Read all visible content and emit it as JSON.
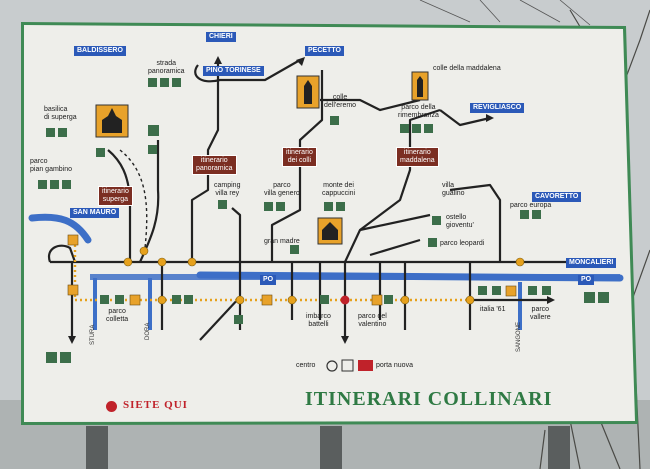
{
  "top_labels": {
    "baldissero": "BALDISSERO",
    "chieri": "CHIERI",
    "pecetto": "PECETTO",
    "pino": "PINO TORINESE",
    "revigliasco": "REVIGLIASCO",
    "san_mauro": "SAN MAURO",
    "moncalieri": "MONCALIERI",
    "cavoretto": "CAVORETTO",
    "po1": "PO",
    "po2": "PO"
  },
  "text_labels": {
    "strada_panoramica": "strada\npanoramica",
    "colle_eremo": "colle\ndell'eremo",
    "colle_maddalena": "colle della maddalena",
    "parco_rimembranza": "parco della\nrimembranza",
    "basilica": "basilica\ndi superga",
    "parco_gambino": "parco\npian gambino",
    "camping": "camping\nvilla rey",
    "parco_villa_genero": "parco\nvilla genero",
    "monte_cappuccini": "monte dei\ncappuccini",
    "villa_gualino": "villa\ngualino",
    "ostello": "ostello\ngioventu'",
    "parco_europa": "parco europa",
    "parco_leopardi": "parco leopardi",
    "gran_madre": "gran madre",
    "parco_colletta": "parco\ncolletta",
    "imbarco_battelli": "imbarco\nbattelli",
    "parco_valentino": "parco del\nvalentino",
    "italia61": "italia '61",
    "parco_vallere": "parco\nvallere",
    "centro": "centro",
    "porta_nuova": "porta nuova",
    "stura": "STURA",
    "dora": "DORA",
    "sangone": "SANGONE"
  },
  "itinerari": {
    "panoramica": "itinerario\npanoramica",
    "colli": "itinerario\ndei colli",
    "maddalena": "itinerario\nmaddalena",
    "superga": "itinerario\nsuperga"
  },
  "footer": {
    "siete_qui": "SIETE QUI",
    "title": "ITINERARI COLLINARI"
  },
  "colors": {
    "board": "#eeeeea",
    "frame": "#3f8a55",
    "road": "#222222",
    "river": "#3d6fc7",
    "dots": "#e6a11c",
    "brown": "#7b2e22",
    "blue_label": "#2b59b8",
    "title_green": "#2f7a44",
    "here_red": "#c0222a"
  }
}
